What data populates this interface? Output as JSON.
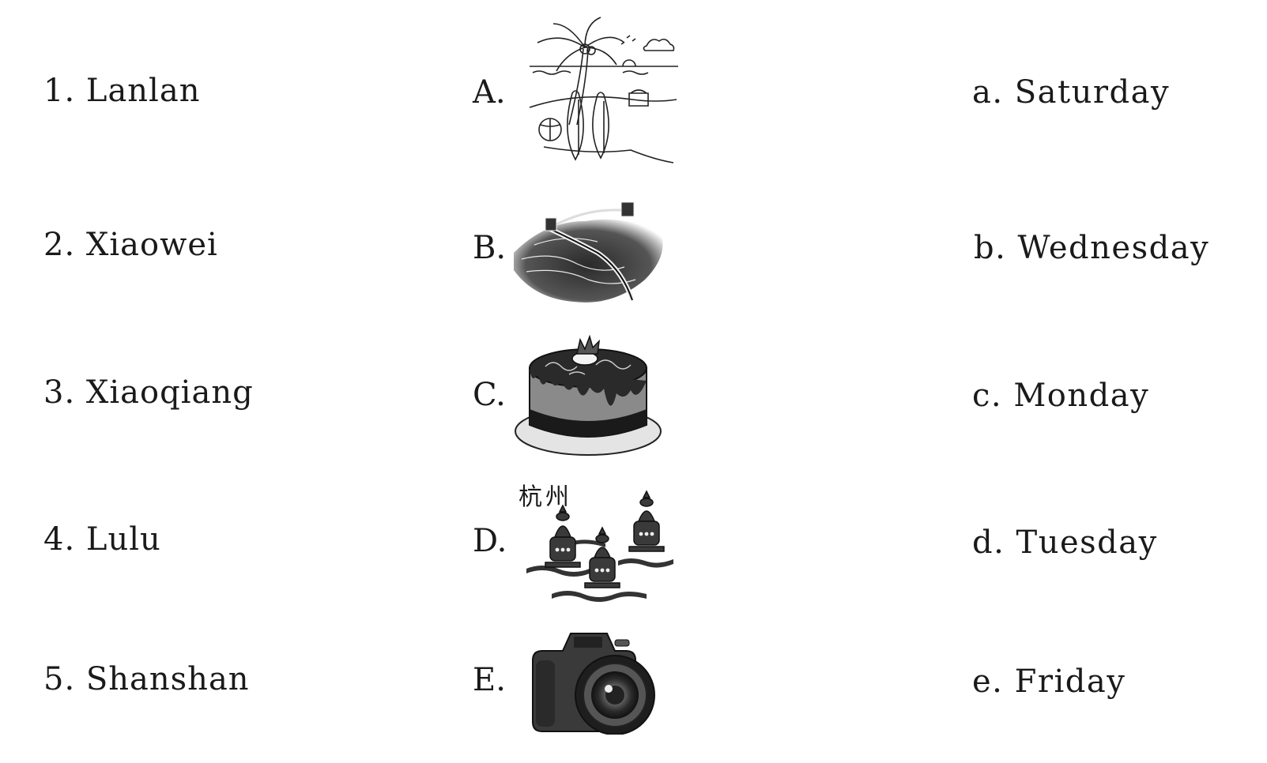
{
  "names": [
    {
      "label": "1. Lanlan"
    },
    {
      "label": "2. Xiaowei"
    },
    {
      "label": "3. Xiaoqiang"
    },
    {
      "label": "4. Lulu"
    },
    {
      "label": "5. Shanshan"
    }
  ],
  "options": [
    {
      "label": "A.",
      "icon": "beach-picture-icon"
    },
    {
      "label": "B.",
      "icon": "great-wall-picture-icon"
    },
    {
      "label": "C.",
      "icon": "cake-picture-icon"
    },
    {
      "label": "D.",
      "icon": "hangzhou-pagodas-picture-icon",
      "caption": "杭州"
    },
    {
      "label": "E.",
      "icon": "camera-picture-icon"
    }
  ],
  "days": [
    {
      "label": "a. Saturday"
    },
    {
      "label": "b. Wednesday"
    },
    {
      "label": "c. Monday"
    },
    {
      "label": "d. Tuesday"
    },
    {
      "label": "e. Friday"
    }
  ]
}
